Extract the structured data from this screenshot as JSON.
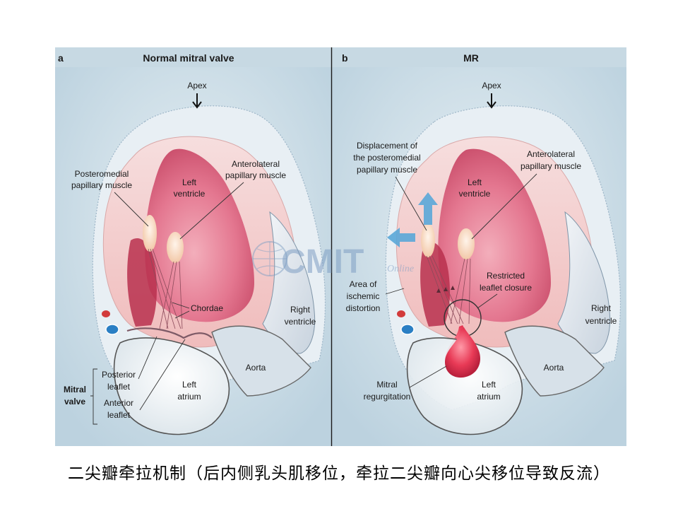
{
  "caption": "二尖瓣牵拉机制（后内侧乳头肌移位，牵拉二尖瓣向心尖移位导致反流）",
  "watermark": {
    "main": "CMIT",
    "sub": "Online"
  },
  "panel_a": {
    "letter": "a",
    "title": "Normal mitral valve",
    "labels": {
      "apex": "Apex",
      "posteromedial_1": "Posteromedial",
      "posteromedial_2": "papillary muscle",
      "anterolateral_1": "Anterolateral",
      "anterolateral_2": "papillary muscle",
      "left_ventricle_1": "Left",
      "left_ventricle_2": "ventricle",
      "chordae": "Chordae",
      "right_ventricle_1": "Right",
      "right_ventricle_2": "ventricle",
      "aorta": "Aorta",
      "left_atrium_1": "Left",
      "left_atrium_2": "atrium",
      "mitral_valve_1": "Mitral",
      "mitral_valve_2": "valve",
      "posterior_leaflet_1": "Posterior",
      "posterior_leaflet_2": "leaflet",
      "anterior_leaflet_1": "Anterior",
      "anterior_leaflet_2": "leaflet"
    }
  },
  "panel_b": {
    "letter": "b",
    "title": "MR",
    "labels": {
      "apex": "Apex",
      "displacement_1": "Displacement of",
      "displacement_2": "the posteromedial",
      "displacement_3": "papillary muscle",
      "anterolateral_1": "Anterolateral",
      "anterolateral_2": "papillary muscle",
      "left_ventricle_1": "Left",
      "left_ventricle_2": "ventricle",
      "restricted_1": "Restricted",
      "restricted_2": "leaflet closure",
      "ischemic_1": "Area of",
      "ischemic_2": "ischemic",
      "ischemic_3": "distortion",
      "right_ventricle_1": "Right",
      "right_ventricle_2": "ventricle",
      "aorta": "Aorta",
      "mitral_regurgitation_1": "Mitral",
      "mitral_regurgitation_2": "regurgitation",
      "left_atrium_1": "Left",
      "left_atrium_2": "atrium"
    }
  },
  "colors": {
    "background": "#cfe0e8",
    "myocardium": "#f0c4c4",
    "ventricle_inner": "#e07088",
    "right_ventricle": "#e6ecf2",
    "arrow": "#5aa7d8",
    "jet": "#e03050"
  }
}
